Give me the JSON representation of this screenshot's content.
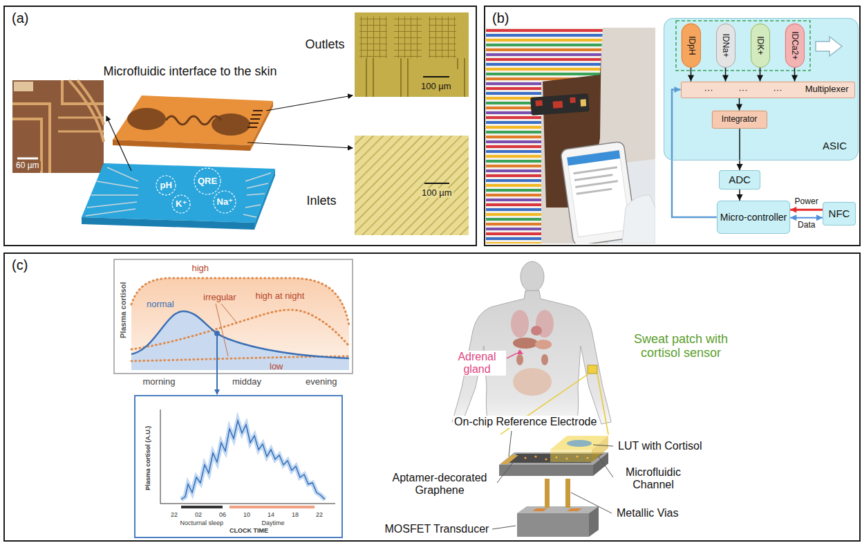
{
  "diagram": {
    "nodes": [
      {
        "text": [
          "(a)"
        ]
      },
      {
        "text": [
          "(b)"
        ]
      },
      {
        "text": [
          "ASIC"
        ],
        "in": 1
      },
      {
        "text": [
          "IDpH"
        ],
        "in": 2
      },
      {
        "text": [
          "IDNa+"
        ],
        "in": 2
      },
      {
        "text": [
          "IDK+"
        ],
        "in": 2
      },
      {
        "text": [
          "IDCa2+"
        ],
        "in": 2
      },
      {
        "text": [
          "Multiplexer"
        ],
        "in": 2
      },
      {
        "text": [
          "Integrator"
        ],
        "in": 2
      },
      {
        "text": [
          "ADC"
        ],
        "in": 1
      },
      {
        "text": [
          "Micro-controller"
        ],
        "in": 1
      },
      {
        "text": [
          "NFC"
        ],
        "in": 1
      },
      {
        "text": [
          "(c)"
        ]
      }
    ],
    "edges": [
      {
        "from": 3,
        "to": 7,
        "arrow": "to"
      },
      {
        "from": 4,
        "to": 7,
        "arrow": "to"
      },
      {
        "from": 5,
        "to": 7,
        "arrow": "to"
      },
      {
        "from": 6,
        "to": 7,
        "arrow": "to"
      },
      {
        "from": 7,
        "to": 8,
        "arrow": "to"
      },
      {
        "from": 8,
        "to": 9,
        "arrow": "to"
      },
      {
        "from": 9,
        "to": 10,
        "arrow": "to"
      },
      {
        "from": 11,
        "to": 10,
        "label": "Power",
        "arrow": "to"
      },
      {
        "from": 10,
        "to": 11,
        "label": "Data",
        "arrow": "both"
      },
      {
        "from": 10,
        "to": 7,
        "arrow": "to"
      }
    ],
    "labels": [
      "Microfluidic interface to the skin",
      "60 µm",
      "Outlets",
      "100 µm",
      "Inlets",
      "100 µm",
      "pH",
      "QRE",
      "K⁺",
      "Na⁺",
      "···",
      "···",
      "···",
      "Plasma cortisol",
      "high",
      "irregular",
      "high at night",
      "normal",
      "low",
      "morning",
      "midday",
      "evening",
      "Plasma cortisol (A.U.)",
      "22",
      "02",
      "06",
      "10",
      "14",
      "18",
      "22",
      "Nocturnal sleep",
      "Daytime",
      "CLOCK TIME",
      "Adrenal gland",
      "Sweat patch with cortisol sensor",
      "On-chip Reference Electrode",
      "LUT with Cortisol",
      "Aptamer-decorated Graphene",
      "Microfluidic Channel",
      "Metallic Vias",
      "MOSFET Transducer"
    ]
  }
}
